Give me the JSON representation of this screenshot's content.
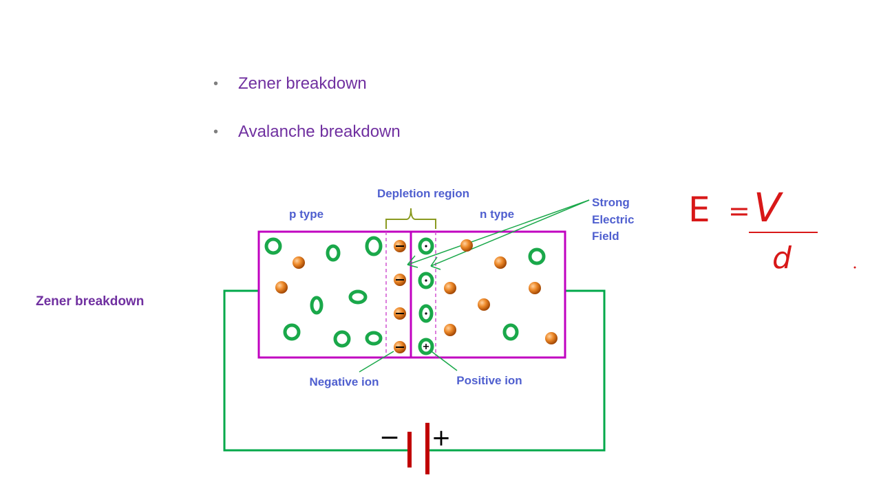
{
  "bullets": [
    {
      "text": "Zener breakdown"
    },
    {
      "text": "Avalanche breakdown"
    }
  ],
  "side_title": "Zener breakdown",
  "diagram": {
    "labels": {
      "depletion_region": "Depletion region",
      "p_type": "p type",
      "n_type": "n type",
      "field_line1": "Strong",
      "field_line2": "Electric",
      "field_line3": "Field",
      "negative_ion": "Negative ion",
      "positive_ion": "Positive ion"
    },
    "battery": {
      "minus": "−",
      "plus": "+"
    },
    "colors": {
      "box": "#c000c0",
      "wire": "#00a84a",
      "green_ring": "#1aa84a",
      "orange": "#e06a10",
      "battery": "#c00000",
      "label": "#4f5fcf",
      "text_purple": "#7030a0",
      "handwriting": "#d81818"
    }
  },
  "formula": {
    "lhs": "E",
    "eq": "=",
    "num": "V",
    "den": "d"
  }
}
